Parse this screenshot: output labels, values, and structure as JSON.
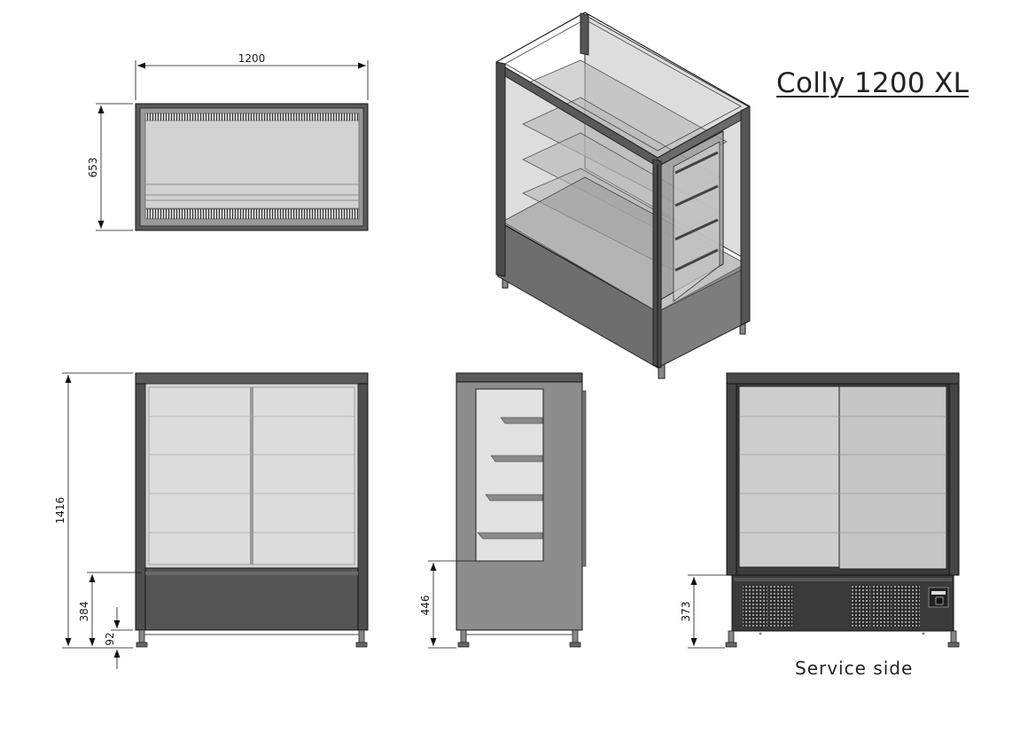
{
  "title": "Colly 1200 XL",
  "dimensions": {
    "width": "1200",
    "depth": "653",
    "height": "1416",
    "base_height_front": "384",
    "leg_height": "92",
    "side_opening_height": "446",
    "service_base_height": "373"
  },
  "views": {
    "service_caption": "Service side"
  },
  "colors": {
    "frame": "#4a4a4a",
    "glass": "#d4d4d4",
    "line": "#111111",
    "side_panel": "#8f8f8f"
  }
}
